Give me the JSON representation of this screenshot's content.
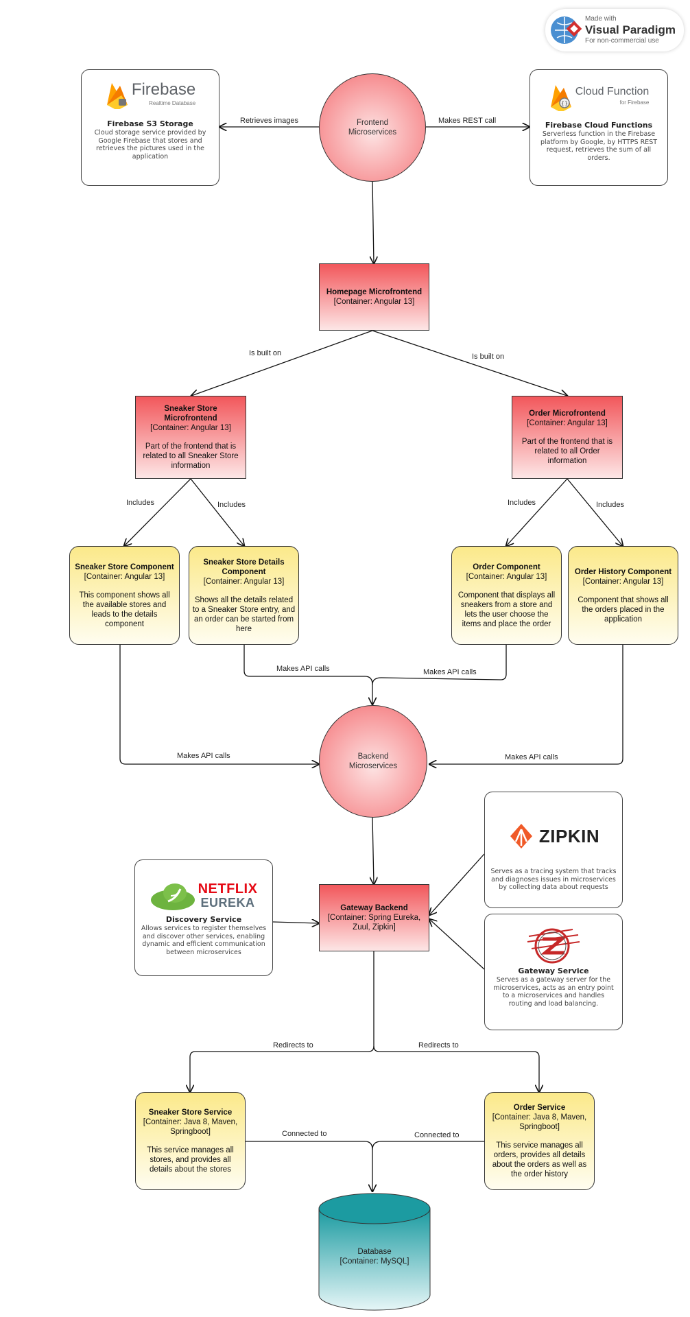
{
  "watermark": {
    "made_with": "Made with",
    "brand": "Visual Paradigm",
    "sub": "For non-commercial use"
  },
  "frontend_circle": {
    "line1": "Frontend",
    "line2": "Microservices"
  },
  "backend_circle": {
    "line1": "Backend",
    "line2": "Microservices"
  },
  "firebase": {
    "logo_name": "Firebase",
    "logo_sub": "Realtime Database",
    "title": "Firebase S3 Storage",
    "desc": "Cloud storage service provided by Google Firebase that stores and retrieves the pictures used in the application"
  },
  "cloud_function": {
    "logo_name": "Cloud Function",
    "logo_sub": "for Firebase",
    "title": "Firebase Cloud Functions",
    "desc": "Serverless function in the Firebase platform by Google, by HTTPS REST request, retrieves the sum of all orders."
  },
  "homepage": {
    "title": "Homepage Microfrontend",
    "container": "[Container: Angular 13]"
  },
  "sneaker_mf": {
    "title": "Sneaker Store Microfrontend",
    "container": "[Container: Angular 13]",
    "desc": "Part of the frontend that is related to all Sneaker Store information"
  },
  "order_mf": {
    "title": "Order Microfrontend",
    "container": "[Container: Angular 13]",
    "desc": "Part of the frontend that is related to all Order information"
  },
  "sneaker_comp": {
    "title": "Sneaker Store Component",
    "container": "[Container: Angular 13]",
    "desc": "This component shows all the available stores and leads to the details component"
  },
  "sneaker_details": {
    "title": "Sneaker Store Details Component",
    "container": "[Container: Angular 13]",
    "desc": "Shows all the details related to a Sneaker Store entry, and an order can be started from here"
  },
  "order_comp": {
    "title": "Order Component",
    "container": "[Container: Angular 13]",
    "desc": "Component that displays all sneakers from a store and lets the user choose the items and place the order"
  },
  "order_history": {
    "title": "Order History Component",
    "container": "[Container: Angular 13]",
    "desc": "Component that shows all the orders placed in the application"
  },
  "zipkin": {
    "logo_name": "ZIPKIN",
    "desc": "Serves as a tracing system that tracks and diagnoses issues in microservices by collecting data about requests"
  },
  "eureka": {
    "logo_top": "NETFLIX",
    "logo_bottom": "EUREKA",
    "title": "Discovery Service",
    "desc": "Allows services to register themselves and discover other services, enabling dynamic and efficient communication between microservices"
  },
  "gateway_service": {
    "title": "Gateway Service",
    "desc": "Serves as a gateway server for the microservices, acts as an entry point to a microservices and handles routing and load balancing."
  },
  "gateway": {
    "title": "Gateway Backend",
    "container": "[Container: Spring Eureka, Zuul, Zipkin]"
  },
  "sneaker_service": {
    "title": "Sneaker Store Service",
    "container": "[Container: Java 8, Maven, Springboot]",
    "desc": "This service manages all stores, and provides all details about the stores"
  },
  "order_service": {
    "title": "Order Service",
    "container": "[Container: Java 8, Maven, Springboot]",
    "desc": "This service manages all orders, provides all details about the orders as well as the order history"
  },
  "database": {
    "line1": "Database",
    "line2": "[Container: MySQL]"
  },
  "labels": {
    "retrieves_images": "Retrieves images",
    "makes_rest_call": "Makes REST call",
    "is_built_on": "Is built on",
    "includes": "Includes",
    "makes_api_calls": "Makes API calls",
    "redirects_to": "Redirects to",
    "connected_to": "Connected to"
  },
  "colors": {
    "container_red": "#f2575b",
    "component_yellow": "#fbe98a",
    "database_teal": "#1a9aa0"
  }
}
